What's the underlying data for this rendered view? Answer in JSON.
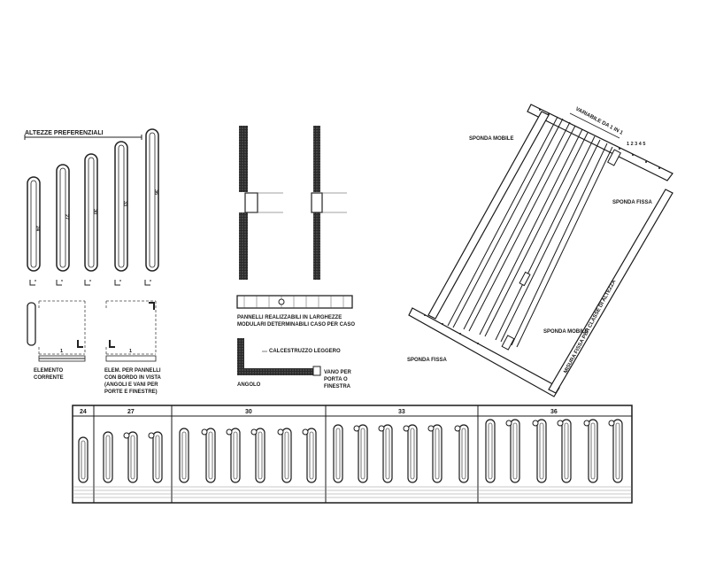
{
  "heights": {
    "title": "ALTEZZE PREFERENZIALI",
    "values": [
      "24",
      "27",
      "30",
      "33",
      "36"
    ]
  },
  "elements": {
    "current_value": "1",
    "current_label_1": "ELEMENTO",
    "current_label_2": "CORRENTE",
    "border_value": "1",
    "border_label_1": "ELEM. PER PANNELLI",
    "border_label_2": "CON BORDO IN VISTA",
    "border_label_3": "(ANGOLI E VANI PER",
    "border_label_4": "PORTE E FINESTRE)"
  },
  "sections": {
    "panels_1": "PANNELLI REALIZZABILI IN LARGHEZZE",
    "panels_2": "MODULARI DETERMINABILI CASO PER CASO",
    "light_concrete": "CALCESTRUZZO LEGGERO",
    "corner": "ANGOLO",
    "opening_1": "VANO PER",
    "opening_2": "PORTA O",
    "opening_3": "FINESTRA"
  },
  "frame": {
    "variable": "VARIABILE DA 1 IN 1",
    "sponda_mobile_top": "SPONDA MOBILE",
    "sponda_fissa_right": "SPONDA FISSA",
    "sponda_mobile_bottom": "SPONDA MOBILE",
    "sponda_fissa_bottom": "SPONDA FISSA",
    "measure": "MISURA FISSA PER CLASSE DI ALTEZZA",
    "scale_marks": "1 2 3 4 5"
  },
  "table": {
    "columns": [
      {
        "label": "24"
      },
      {
        "label": "27"
      },
      {
        "label": "30"
      },
      {
        "label": "33"
      },
      {
        "label": "36"
      }
    ]
  }
}
